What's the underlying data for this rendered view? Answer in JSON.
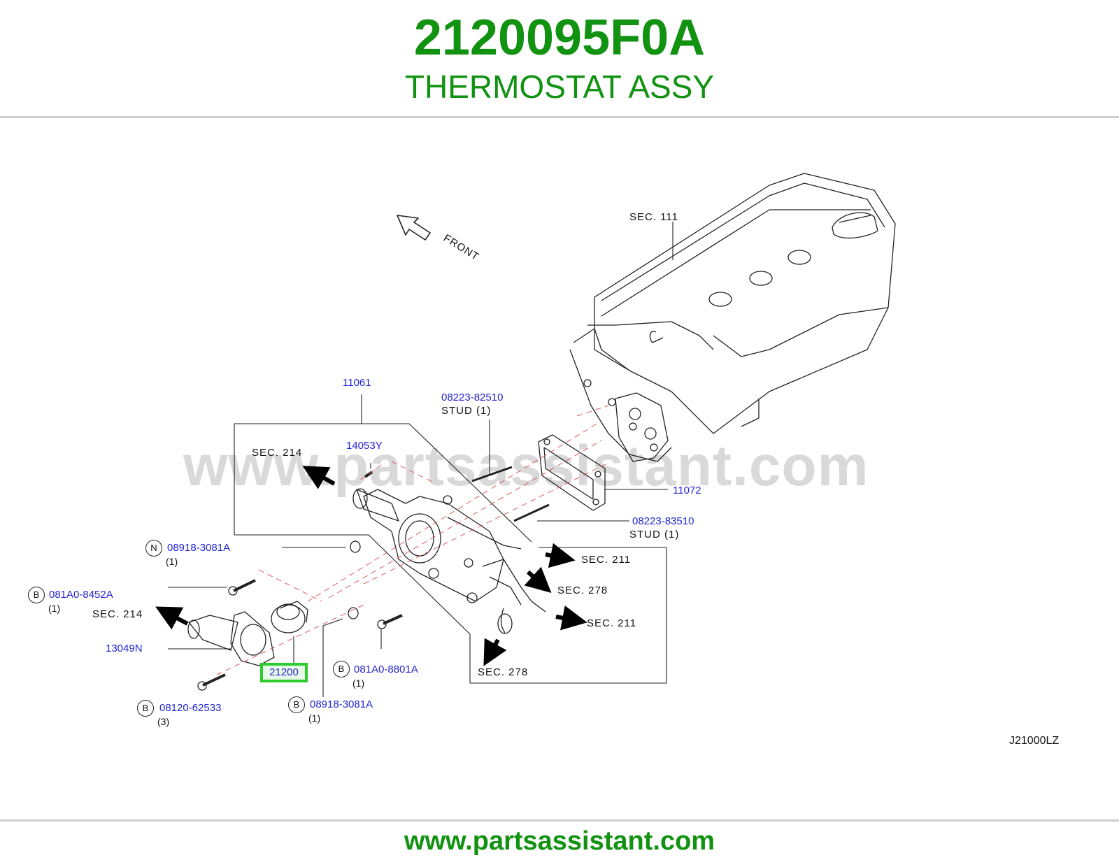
{
  "header": {
    "part_number": "2120095F0A",
    "title": "THERMOSTAT ASSY"
  },
  "footer": {
    "url": "www.partsassistant.com"
  },
  "watermark": "www.partsassistant.com",
  "colors": {
    "brand_green": "#119211",
    "label_blue": "#2424d6",
    "highlight_green": "#2ecc2e",
    "rule_gray": "#cfcfcf"
  },
  "diagram": {
    "front_label": "FRONT",
    "code": "J21000LZ",
    "sections": {
      "sec_111": "SEC.   111",
      "sec_214_top": "SEC.   214",
      "sec_214_left": "SEC.   214",
      "sec_211_a": "SEC.   211",
      "sec_211_b": "SEC.   211",
      "sec_278_a": "SEC.   278",
      "sec_278_b": "SEC.   278"
    },
    "parts": {
      "p11061": "11061",
      "p08223_82510": "08223-82510",
      "stud_1": "STUD   (1)",
      "p14053Y": "14053Y",
      "p11072": "11072",
      "p08223_83510": "08223-83510",
      "stud_2": "STUD    (1)",
      "p08918_3081A_n": "08918-3081A",
      "q1": "(1)",
      "p081A0_8452A": "081A0-8452A",
      "q2": "(1)",
      "p13049N": "13049N",
      "p21200": "21200",
      "p081A0_8801A": "081A0-8801A",
      "q3": "(1)",
      "p08120_62533": "08120-62533",
      "q4": "(3)",
      "p08918_3081A_b": "08918-3081A",
      "q5": "(1)"
    },
    "markers": {
      "n": "N",
      "b": "B"
    }
  }
}
